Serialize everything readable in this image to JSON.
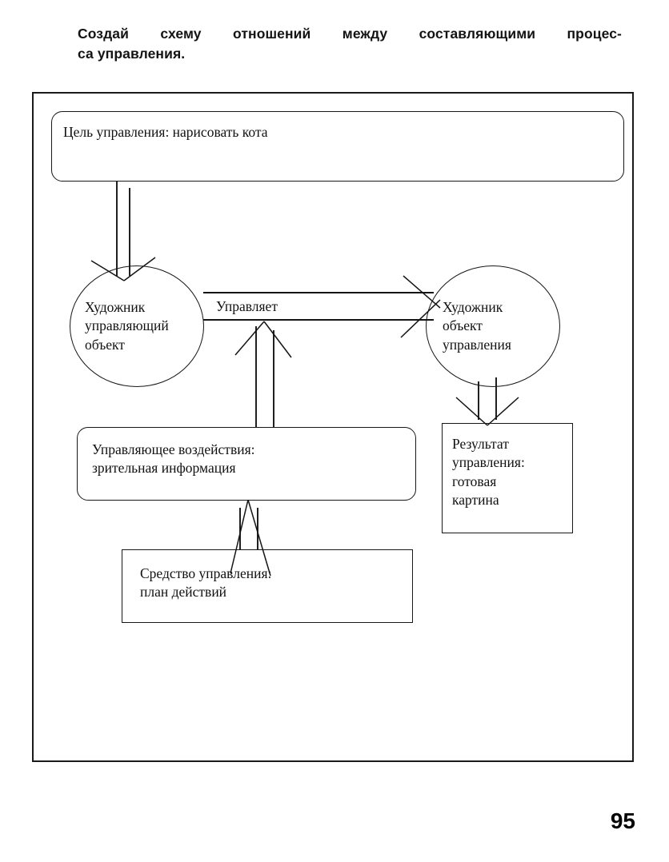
{
  "task": {
    "line_1": "Создай схему отношений между составляющими процес-",
    "line_2": "са управления."
  },
  "diagram": {
    "nodes": {
      "goal": {
        "label": "Цель управления: нарисовать кота",
        "shape": "rounded-rectangle"
      },
      "actor_subject": {
        "label": "Художник\nуправляющий\nобъект",
        "shape": "ellipse"
      },
      "actor_object": {
        "label": "Художник\nобъект\nуправления",
        "shape": "ellipse"
      },
      "influence": {
        "label": "Управляющее воздействия:\nзрительная информация",
        "shape": "rounded-rectangle"
      },
      "result": {
        "label": "Результат\nуправления:\nготовая\nкартина",
        "shape": "rectangle"
      },
      "means": {
        "label": "Средство управления:\nплан действий",
        "shape": "rectangle"
      }
    },
    "edges": {
      "goal_to_subject": {
        "label": "",
        "from": "goal",
        "to": "actor_subject",
        "direction": "down"
      },
      "subject_to_object": {
        "label": "Управляет",
        "from": "actor_subject",
        "to": "actor_object",
        "direction": "right"
      },
      "influence_to_edge": {
        "label": "",
        "from": "influence",
        "to": "subject_to_object",
        "direction": "up"
      },
      "means_to_influence": {
        "label": "",
        "from": "means",
        "to": "influence",
        "direction": "up"
      },
      "object_to_result": {
        "label": "",
        "from": "actor_object",
        "to": "result",
        "direction": "down"
      }
    }
  },
  "page_number": "95",
  "colors": {
    "ink": "#171717",
    "paper": "#ffffff"
  }
}
